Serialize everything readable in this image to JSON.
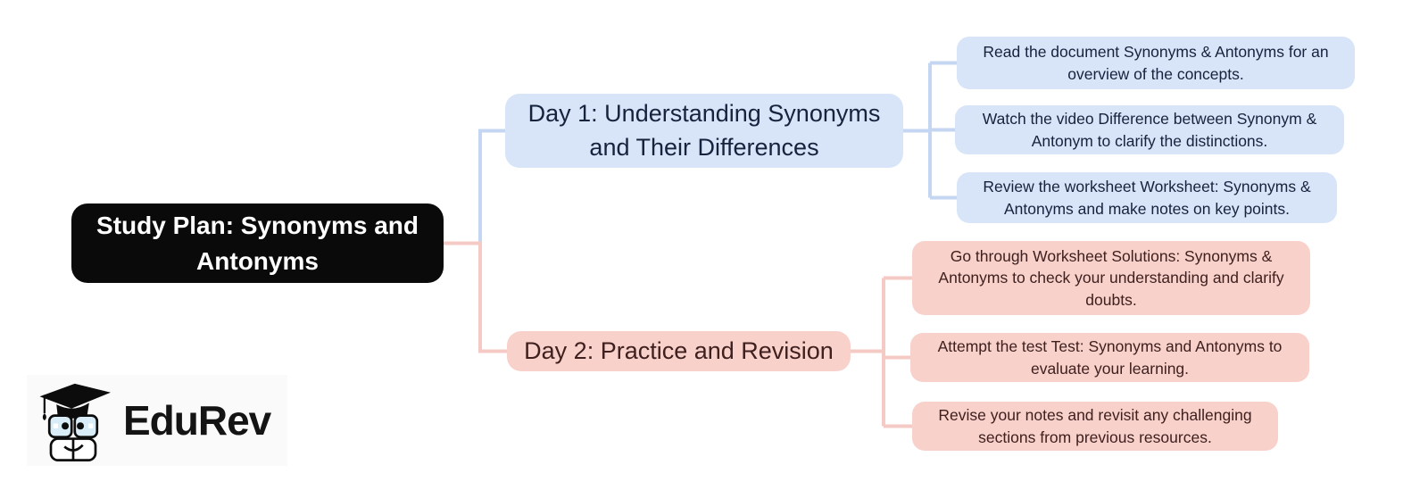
{
  "root": {
    "label": "Study Plan: Synonyms and Antonyms",
    "bg_color": "#0a0a0a",
    "text_color": "#ffffff"
  },
  "branches": [
    {
      "id": "day1",
      "label": "Day 1: Understanding Synonyms and Their Differences",
      "bg_color": "#d8e4f8",
      "text_color": "#15233d",
      "connector_color": "#c4d6f2",
      "tasks": [
        "Read the document Synonyms & Antonyms for an overview of the concepts.",
        "Watch the video Difference between Synonym & Antonym to clarify the distinctions.",
        "Review the worksheet Worksheet: Synonyms & Antonyms and make notes on key points."
      ]
    },
    {
      "id": "day2",
      "label": "Day 2: Practice and Revision",
      "bg_color": "#f8d1cb",
      "text_color": "#3f201e",
      "connector_color": "#f6cac4",
      "tasks": [
        "Go through Worksheet Solutions: Synonyms & Antonyms to check your understanding and clarify doubts.",
        "Attempt the test Test: Synonyms and Antonyms to evaluate your learning.",
        "Revise your notes and revisit any challenging sections from previous resources."
      ]
    }
  ],
  "logo": {
    "brand": "EduRev"
  }
}
